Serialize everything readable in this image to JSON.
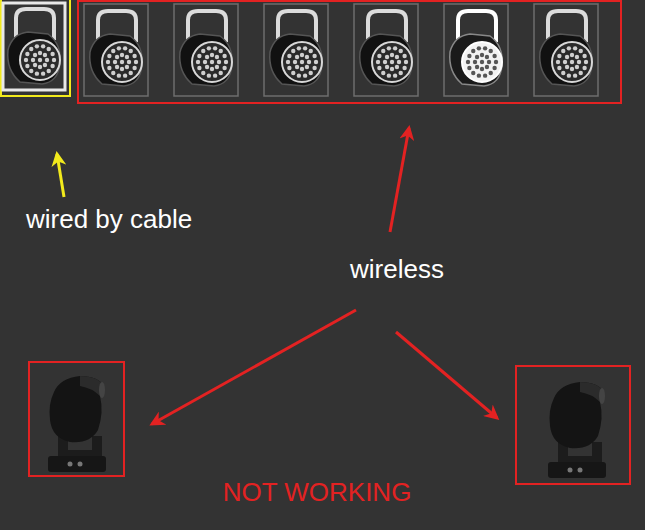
{
  "diagram": {
    "labels": [
      "wired by cable",
      "wireless",
      "NOT WORKING"
    ]
  }
}
